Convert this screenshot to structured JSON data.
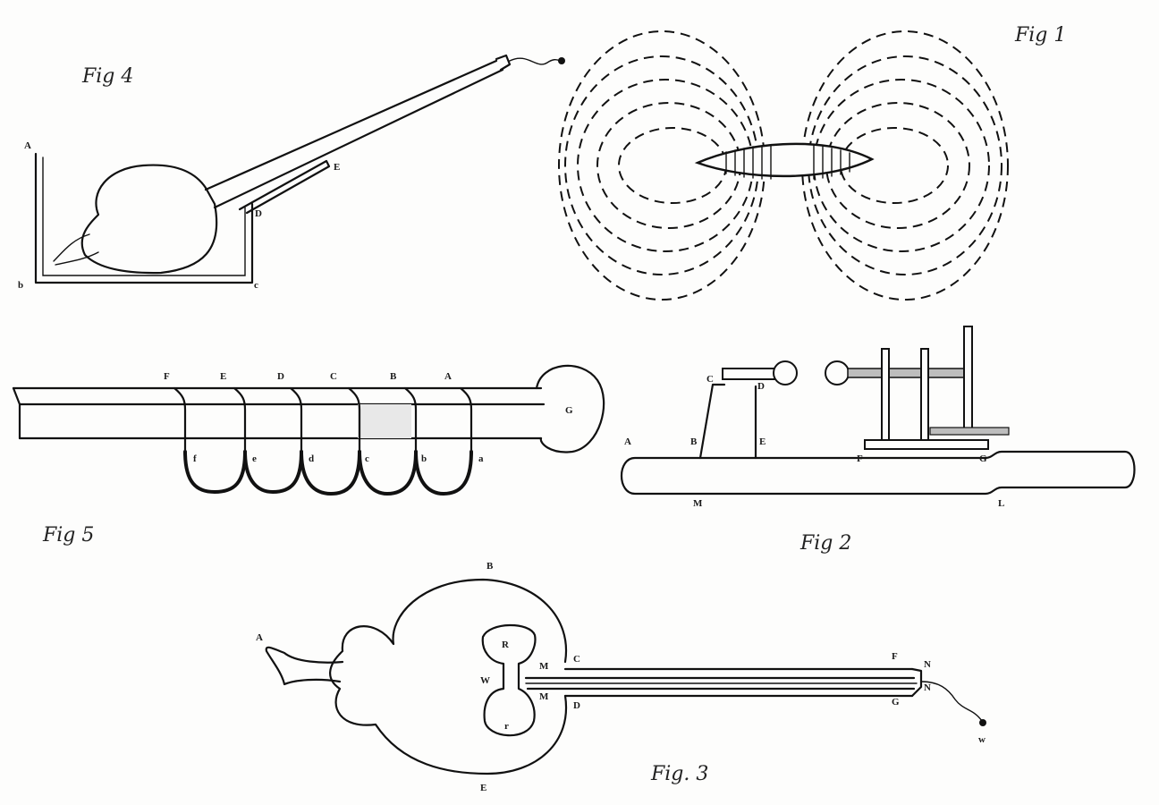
{
  "figures": {
    "fig1": {
      "caption": "Fig 1"
    },
    "fig2": {
      "caption": "Fig 2",
      "labels": {
        "A": "A",
        "B": "B",
        "C": "C",
        "D": "D",
        "E": "E",
        "F": "F",
        "G": "G",
        "M": "M",
        "L": "L"
      }
    },
    "fig3": {
      "caption": "Fig. 3",
      "labels": {
        "A": "A",
        "B": "B",
        "E": "E",
        "C": "C",
        "D": "D",
        "M_top": "M",
        "M_bot": "M",
        "W": "W",
        "R": "R",
        "r": "r",
        "F": "F",
        "G": "G",
        "N_top": "N",
        "N_bot": "N",
        "w": "w"
      }
    },
    "fig4": {
      "caption": "Fig 4",
      "labels": {
        "A": "A",
        "b": "b",
        "c": "c",
        "D": "D",
        "E": "E"
      }
    },
    "fig5": {
      "caption": "Fig 5",
      "labels": {
        "F": "F",
        "E": "E",
        "D": "D",
        "C": "C",
        "B": "B",
        "A": "A",
        "G": "G",
        "a": "a",
        "b": "b",
        "c": "c",
        "d": "d",
        "e": "e",
        "f": "f"
      }
    }
  }
}
